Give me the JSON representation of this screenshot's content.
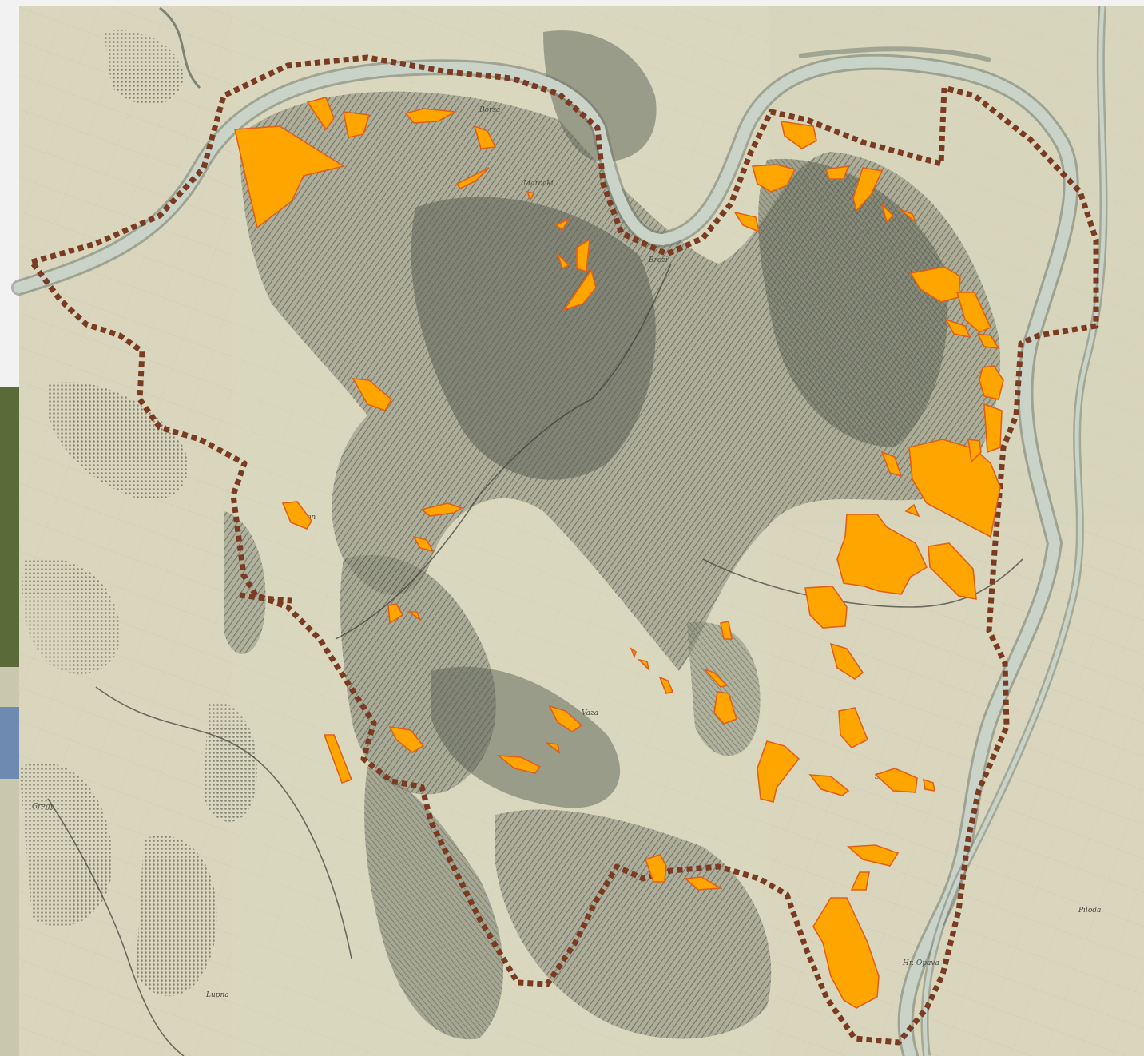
{
  "map": {
    "style": "historical hand-drawn topographic map (hachured relief) with overlay",
    "colors": {
      "paper": "#d9d6bd",
      "paper_light": "#e4e2cc",
      "relief_dark": "#5c6155",
      "relief_mid": "#8a8d7c",
      "forest": "#4c5446",
      "river": "#c9d3c8",
      "river_edge": "#707a70",
      "road": "#3c3c36",
      "boundary": "#7a3b22",
      "patch_fill": "#ffa500",
      "patch_edge": "#e0601a",
      "sheet_margin": "#f2f2f2"
    },
    "place_labels": [
      "Borsa",
      "Marocki",
      "Brezi",
      "Zapn",
      "Vaza",
      "Hr. Opava",
      "Piloda",
      "Stary",
      "Lupna",
      "Gregy"
    ],
    "overlay": {
      "boundary_style": "dashed",
      "patch_count": 58
    }
  }
}
